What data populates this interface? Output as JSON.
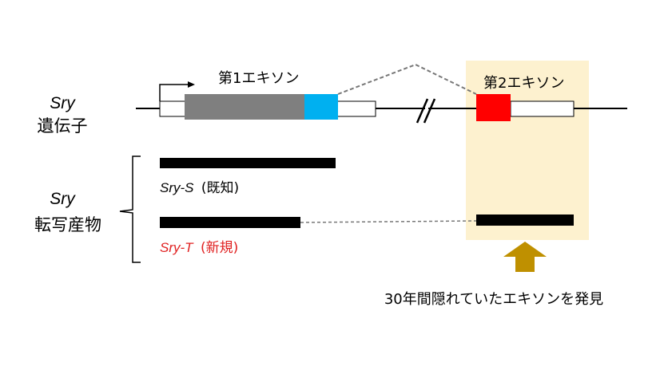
{
  "gene": {
    "label_italic": "Sry",
    "label": "遺伝子",
    "exon1_label": "第1エキソン",
    "exon2_label": "第2エキソン"
  },
  "transcripts": {
    "label_italic": "Sry",
    "label": "転写産物",
    "known": {
      "name": "Sry-S",
      "note": "(既知)"
    },
    "novel": {
      "name": "Sry-T",
      "note": "(新規)"
    }
  },
  "annotation": "30年間隠れていたエキソンを発見",
  "colors": {
    "highlight": "#fdf1cf",
    "coding_gray": "#7f7f7f",
    "exon1_blue": "#00b0f0",
    "exon2_red": "#ff0000",
    "arrow_gold": "#bf9000",
    "novel_red": "#e02020"
  }
}
